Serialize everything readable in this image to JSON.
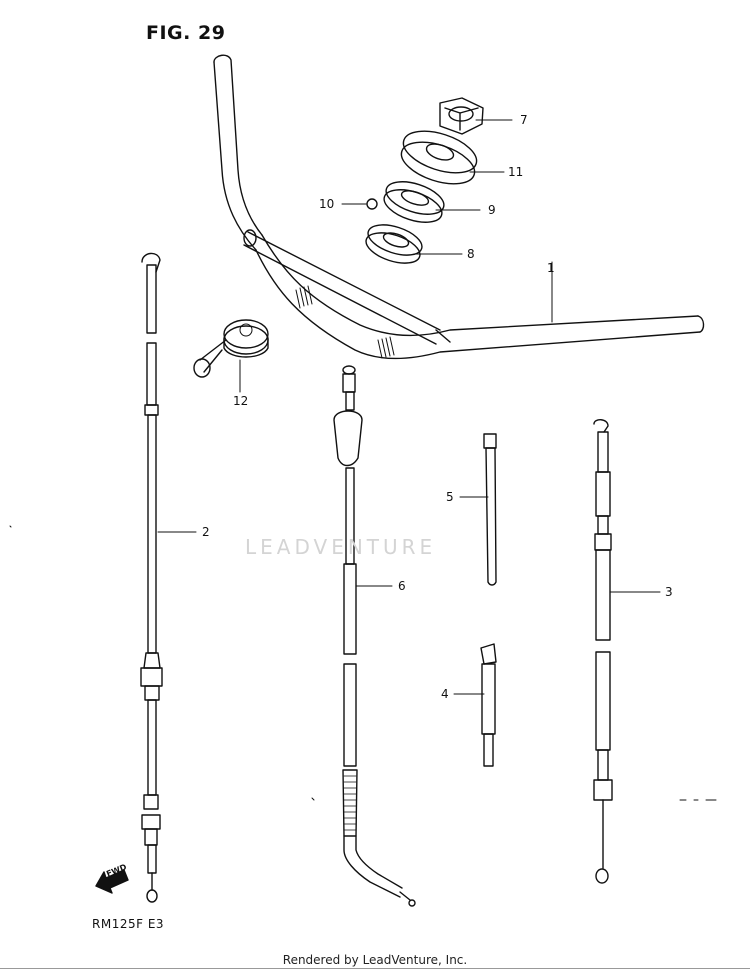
{
  "figure": {
    "title": "FIG. 29"
  },
  "model_code": "RM125F  E3",
  "footer": "Rendered by LeadVenture, Inc.",
  "watermark": "LEADVENTURE",
  "fwd_arrow": {
    "label": "FWD"
  },
  "callouts": [
    {
      "id": "1",
      "label": "1"
    },
    {
      "id": "2",
      "label": "2"
    },
    {
      "id": "3",
      "label": "3"
    },
    {
      "id": "4",
      "label": "4"
    },
    {
      "id": "5",
      "label": "5"
    },
    {
      "id": "6",
      "label": "6"
    },
    {
      "id": "7",
      "label": "7"
    },
    {
      "id": "8",
      "label": "8"
    },
    {
      "id": "9",
      "label": "9"
    },
    {
      "id": "10",
      "label": "10"
    },
    {
      "id": "11",
      "label": "11"
    },
    {
      "id": "12",
      "label": "12"
    }
  ],
  "colors": {
    "line": "#111111",
    "watermark": "#d4d4d4"
  }
}
